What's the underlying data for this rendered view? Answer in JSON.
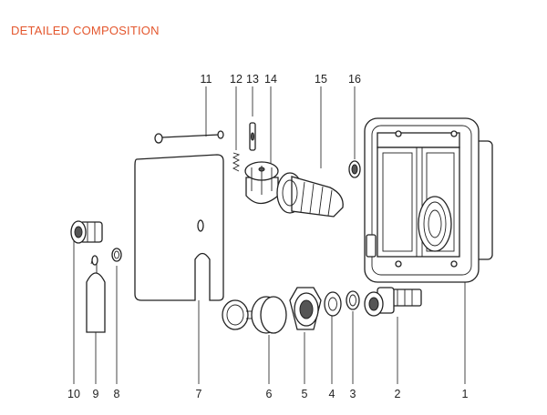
{
  "header": {
    "title": "DETAILED COMPOSITION"
  },
  "callouts": {
    "top": [
      "11",
      "12",
      "13",
      "14",
      "15",
      "16"
    ],
    "bottom": [
      "10",
      "9",
      "8",
      "7",
      "6",
      "5",
      "4",
      "3",
      "2",
      "1"
    ]
  },
  "colors": {
    "title": "#e4572e",
    "line": "#222222",
    "background": "#ffffff"
  }
}
